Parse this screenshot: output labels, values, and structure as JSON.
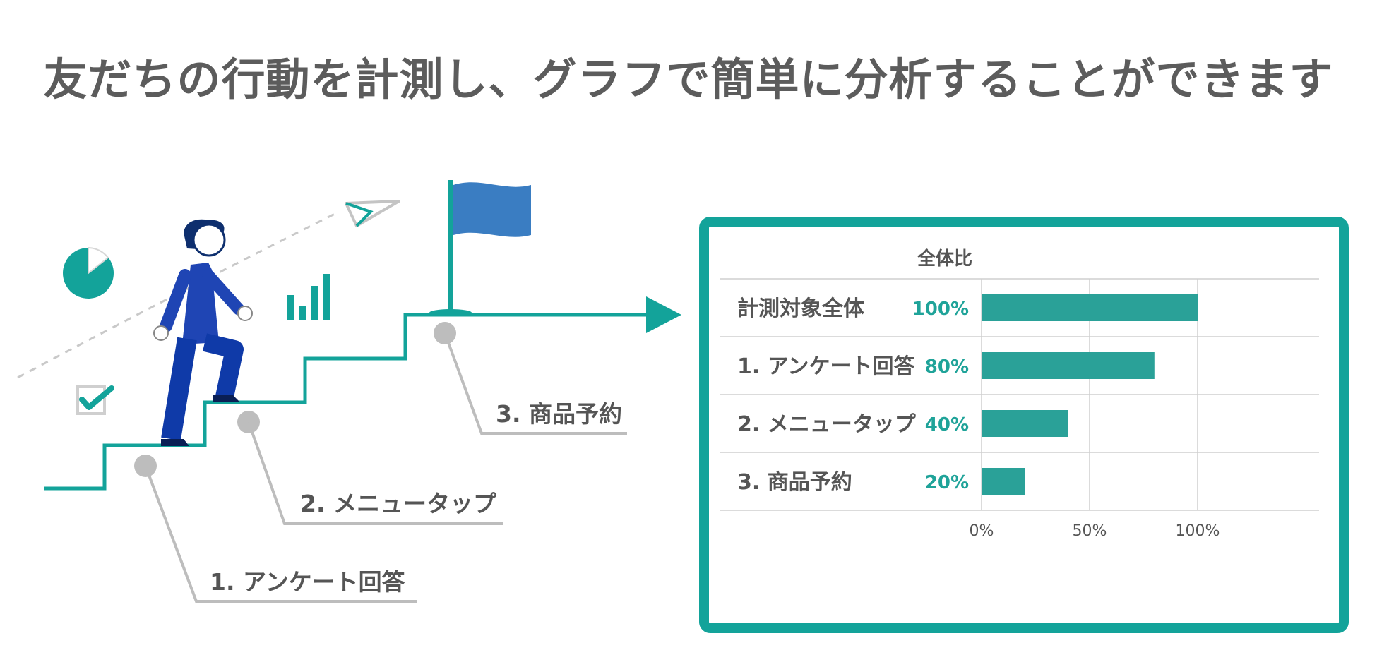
{
  "headline": "友だちの行動を計測し、グラフで簡単に分析することができます",
  "colors": {
    "accent": "#13a39a",
    "bar": "#2aa198",
    "flag": "#3a7dc2",
    "suit": "#1f45b4",
    "callout_gray": "#bdbdbd",
    "text": "#5c5c5c"
  },
  "steps": [
    {
      "label": "1. アンケート回答"
    },
    {
      "label": "2. メニュータップ"
    },
    {
      "label": "3. 商品予約"
    }
  ],
  "icons": [
    "pie-chart-icon",
    "checkbox-icon",
    "bar-chart-icon",
    "paper-plane-icon",
    "flag-icon",
    "arrow-icon",
    "person-icon"
  ],
  "chart_data": {
    "type": "bar",
    "orientation": "horizontal",
    "column_title": "全体比",
    "categories": [
      "計測対象全体",
      "1. アンケート回答",
      "2. メニュータップ",
      "3. 商品予約"
    ],
    "values": [
      100,
      80,
      40,
      20
    ],
    "value_labels": [
      "100%",
      "80%",
      "40%",
      "20%"
    ],
    "xlim": [
      0,
      100
    ],
    "xticks": [
      "0%",
      "50%",
      "100%"
    ],
    "grid": true
  }
}
